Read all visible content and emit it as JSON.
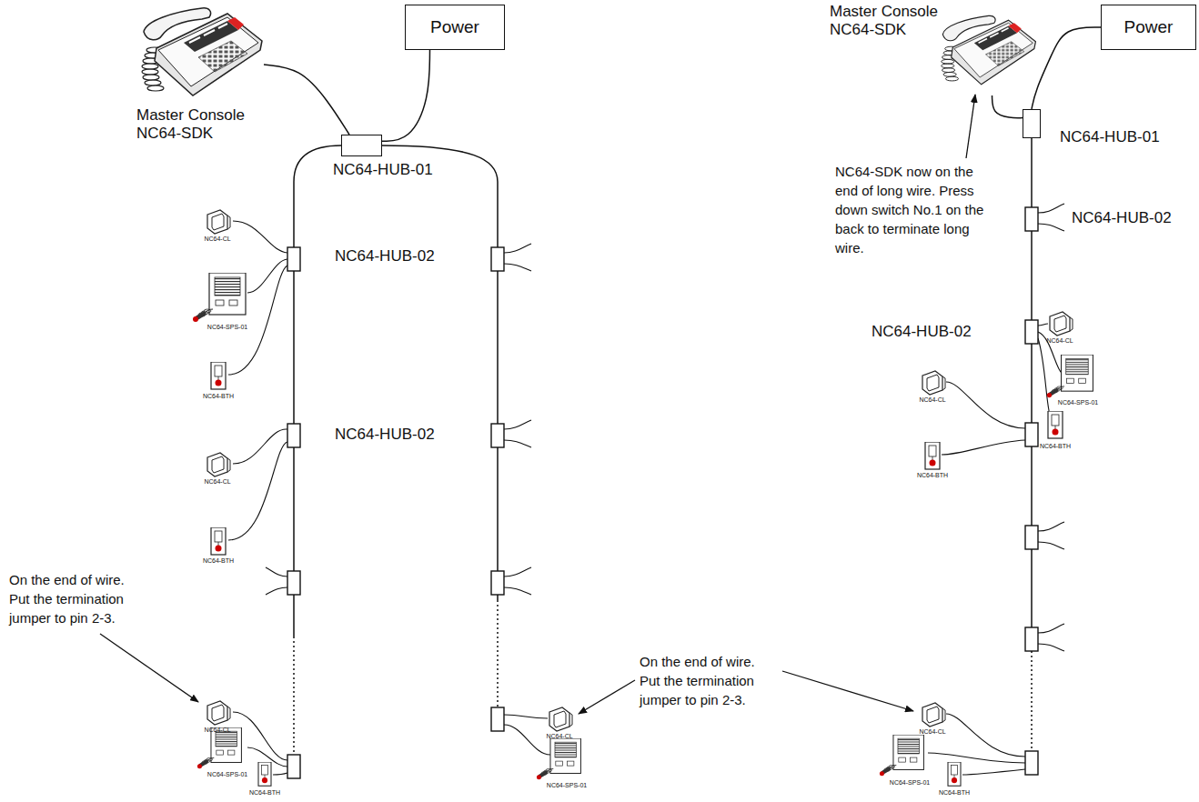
{
  "diagram": {
    "nodes": [
      {
        "text": [
          "Master Console NC64-SDK"
        ]
      },
      {
        "text": [
          "Power"
        ]
      },
      {
        "text": [
          "NC64-HUB-01"
        ]
      },
      {
        "text": [
          "Master Console NC64-SDK"
        ]
      },
      {
        "text": [
          "Power"
        ]
      },
      {
        "text": [
          "NC64-HUB-01"
        ]
      }
    ],
    "edges": [
      {
        "from": 0,
        "to": 2,
        "arrow": "none"
      },
      {
        "from": 1,
        "to": 2,
        "arrow": "none"
      },
      {
        "from": 3,
        "to": 5,
        "arrow": "none"
      },
      {
        "from": 4,
        "to": 5,
        "arrow": "none"
      }
    ],
    "labels": [
      "NC64-HUB-02",
      "NC64-HUB-02",
      "NC64-CL",
      "NC64-SPS-01",
      "NC64-BTH",
      "NC64-CL",
      "NC64-BTH",
      "On the end of wire. Put the termination jumper to pin 2-3.",
      "NC64-CL",
      "NC64-SPS-01",
      "NC64-BTH",
      "NC64-CL",
      "NC64-SPS-01",
      "On the end of wire. Put the termination jumper to pin 2-3.",
      "NC64-SDK now on the end of long wire. Press down switch No.1 on the back to terminate long wire.",
      "NC64-HUB-02",
      "NC64-HUB-02",
      "NC64-CL",
      "NC64-SPS-01",
      "NC64-BTH",
      "NC64-CL",
      "NC64-BTH",
      "NC64-CL",
      "NC64-SPS-01",
      "NC64-BTH"
    ]
  }
}
